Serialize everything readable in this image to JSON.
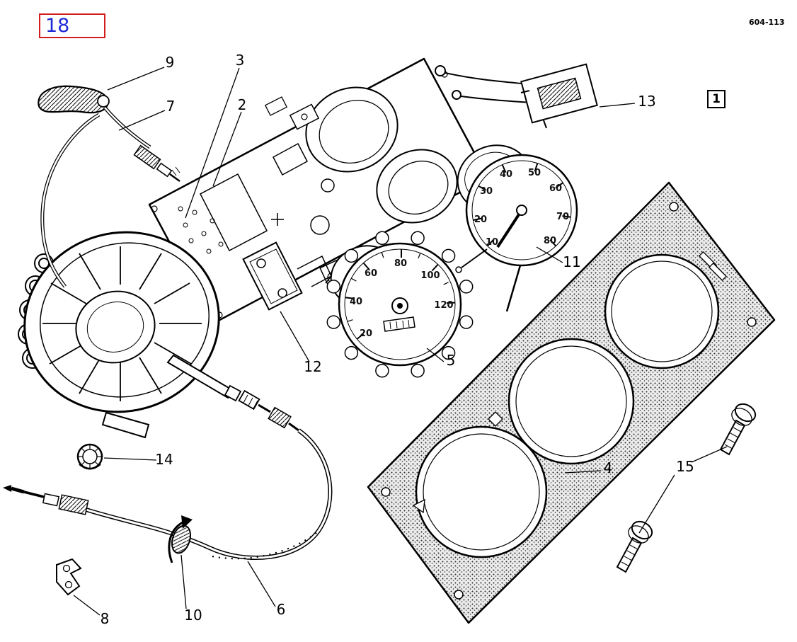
{
  "page": {
    "number": "18",
    "doc_code": "604-113"
  },
  "assembly_label": "1",
  "callouts": {
    "c2": "2",
    "c3": "3",
    "c4": "4",
    "c5": "5",
    "c6": "6",
    "c7": "7",
    "c8": "8",
    "c9": "9",
    "c10": "10",
    "c11": "11",
    "c12": "12",
    "c13": "13",
    "c14": "14",
    "c15": "15"
  },
  "gauges": {
    "speedometer_numbers": [
      "20",
      "40",
      "60",
      "80",
      "100",
      "120"
    ],
    "counter_numbers": [
      "10",
      "20",
      "30",
      "40",
      "50",
      "60",
      "70",
      "80"
    ]
  },
  "colors": {
    "page_number_text": "#1f2bd6",
    "page_number_border": "#d11d1d",
    "ink": "#000000",
    "paper": "#ffffff"
  }
}
